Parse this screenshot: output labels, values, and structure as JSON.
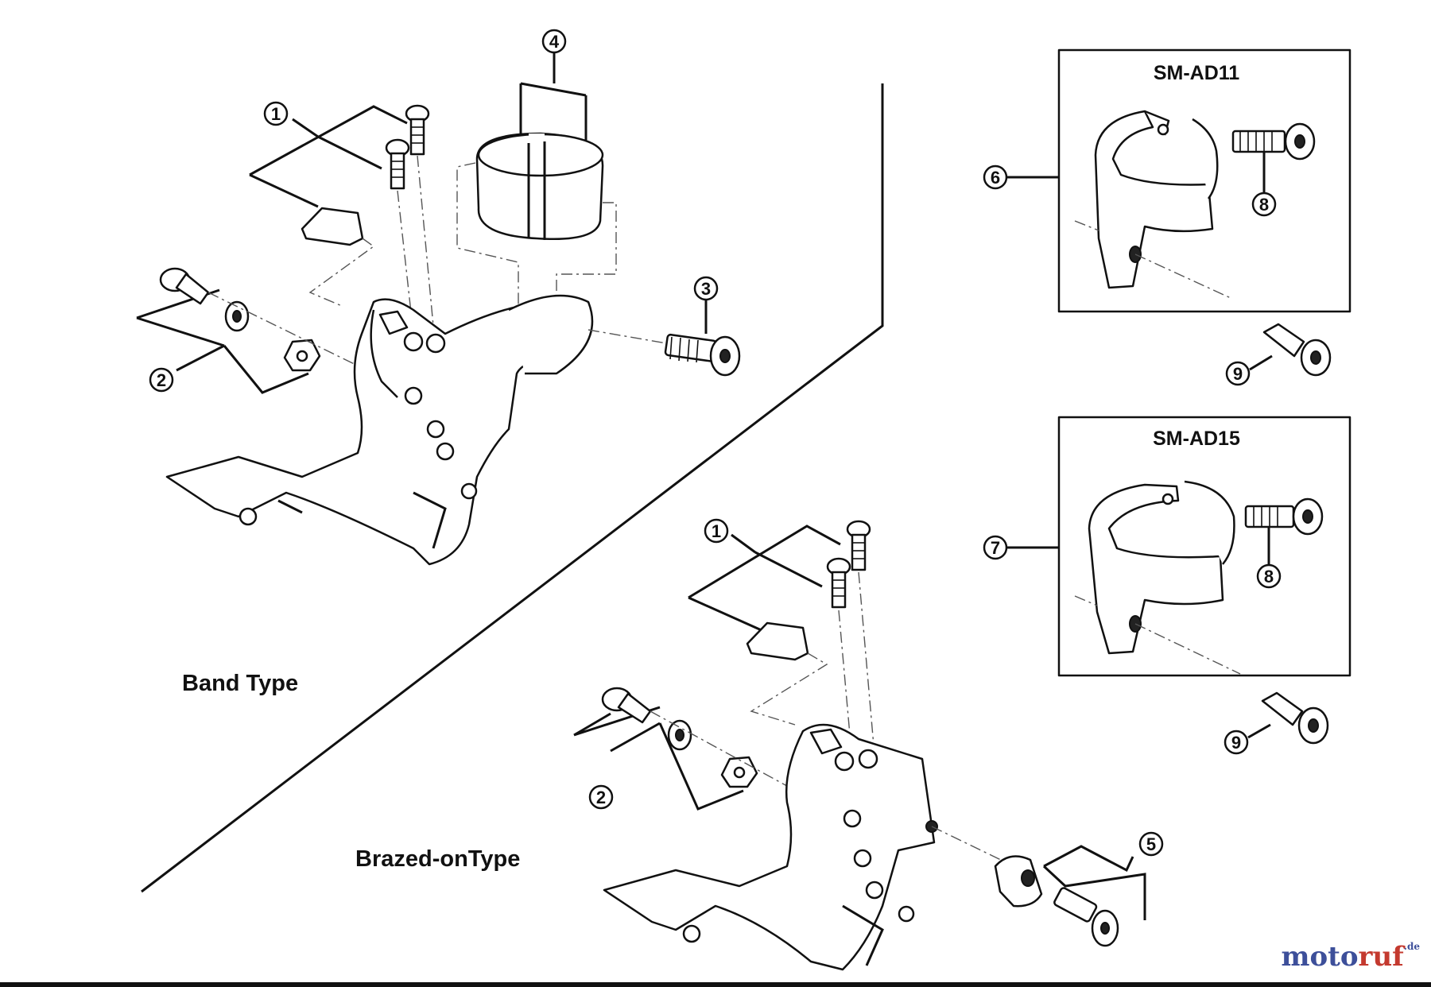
{
  "labels": {
    "band_type": "Band Type",
    "brazed_type": "Brazed-onType",
    "box_top": "SM-AD11",
    "box_bottom": "SM-AD15"
  },
  "callouts": {
    "band_1": "1",
    "band_2": "2",
    "band_3": "3",
    "band_4": "4",
    "brazed_1": "1",
    "brazed_2": "2",
    "brazed_5": "5",
    "ad11_6": "6",
    "ad11_8": "8",
    "ad11_9": "9",
    "ad15_7": "7",
    "ad15_8": "8",
    "ad15_9": "9"
  },
  "watermark": {
    "main_a": "moto",
    "main_b": "ruf",
    "suffix": ".de"
  },
  "colors": {
    "ink": "#111111",
    "watermark_blue": "#3d4f9a",
    "watermark_red": "#c43a2f"
  }
}
